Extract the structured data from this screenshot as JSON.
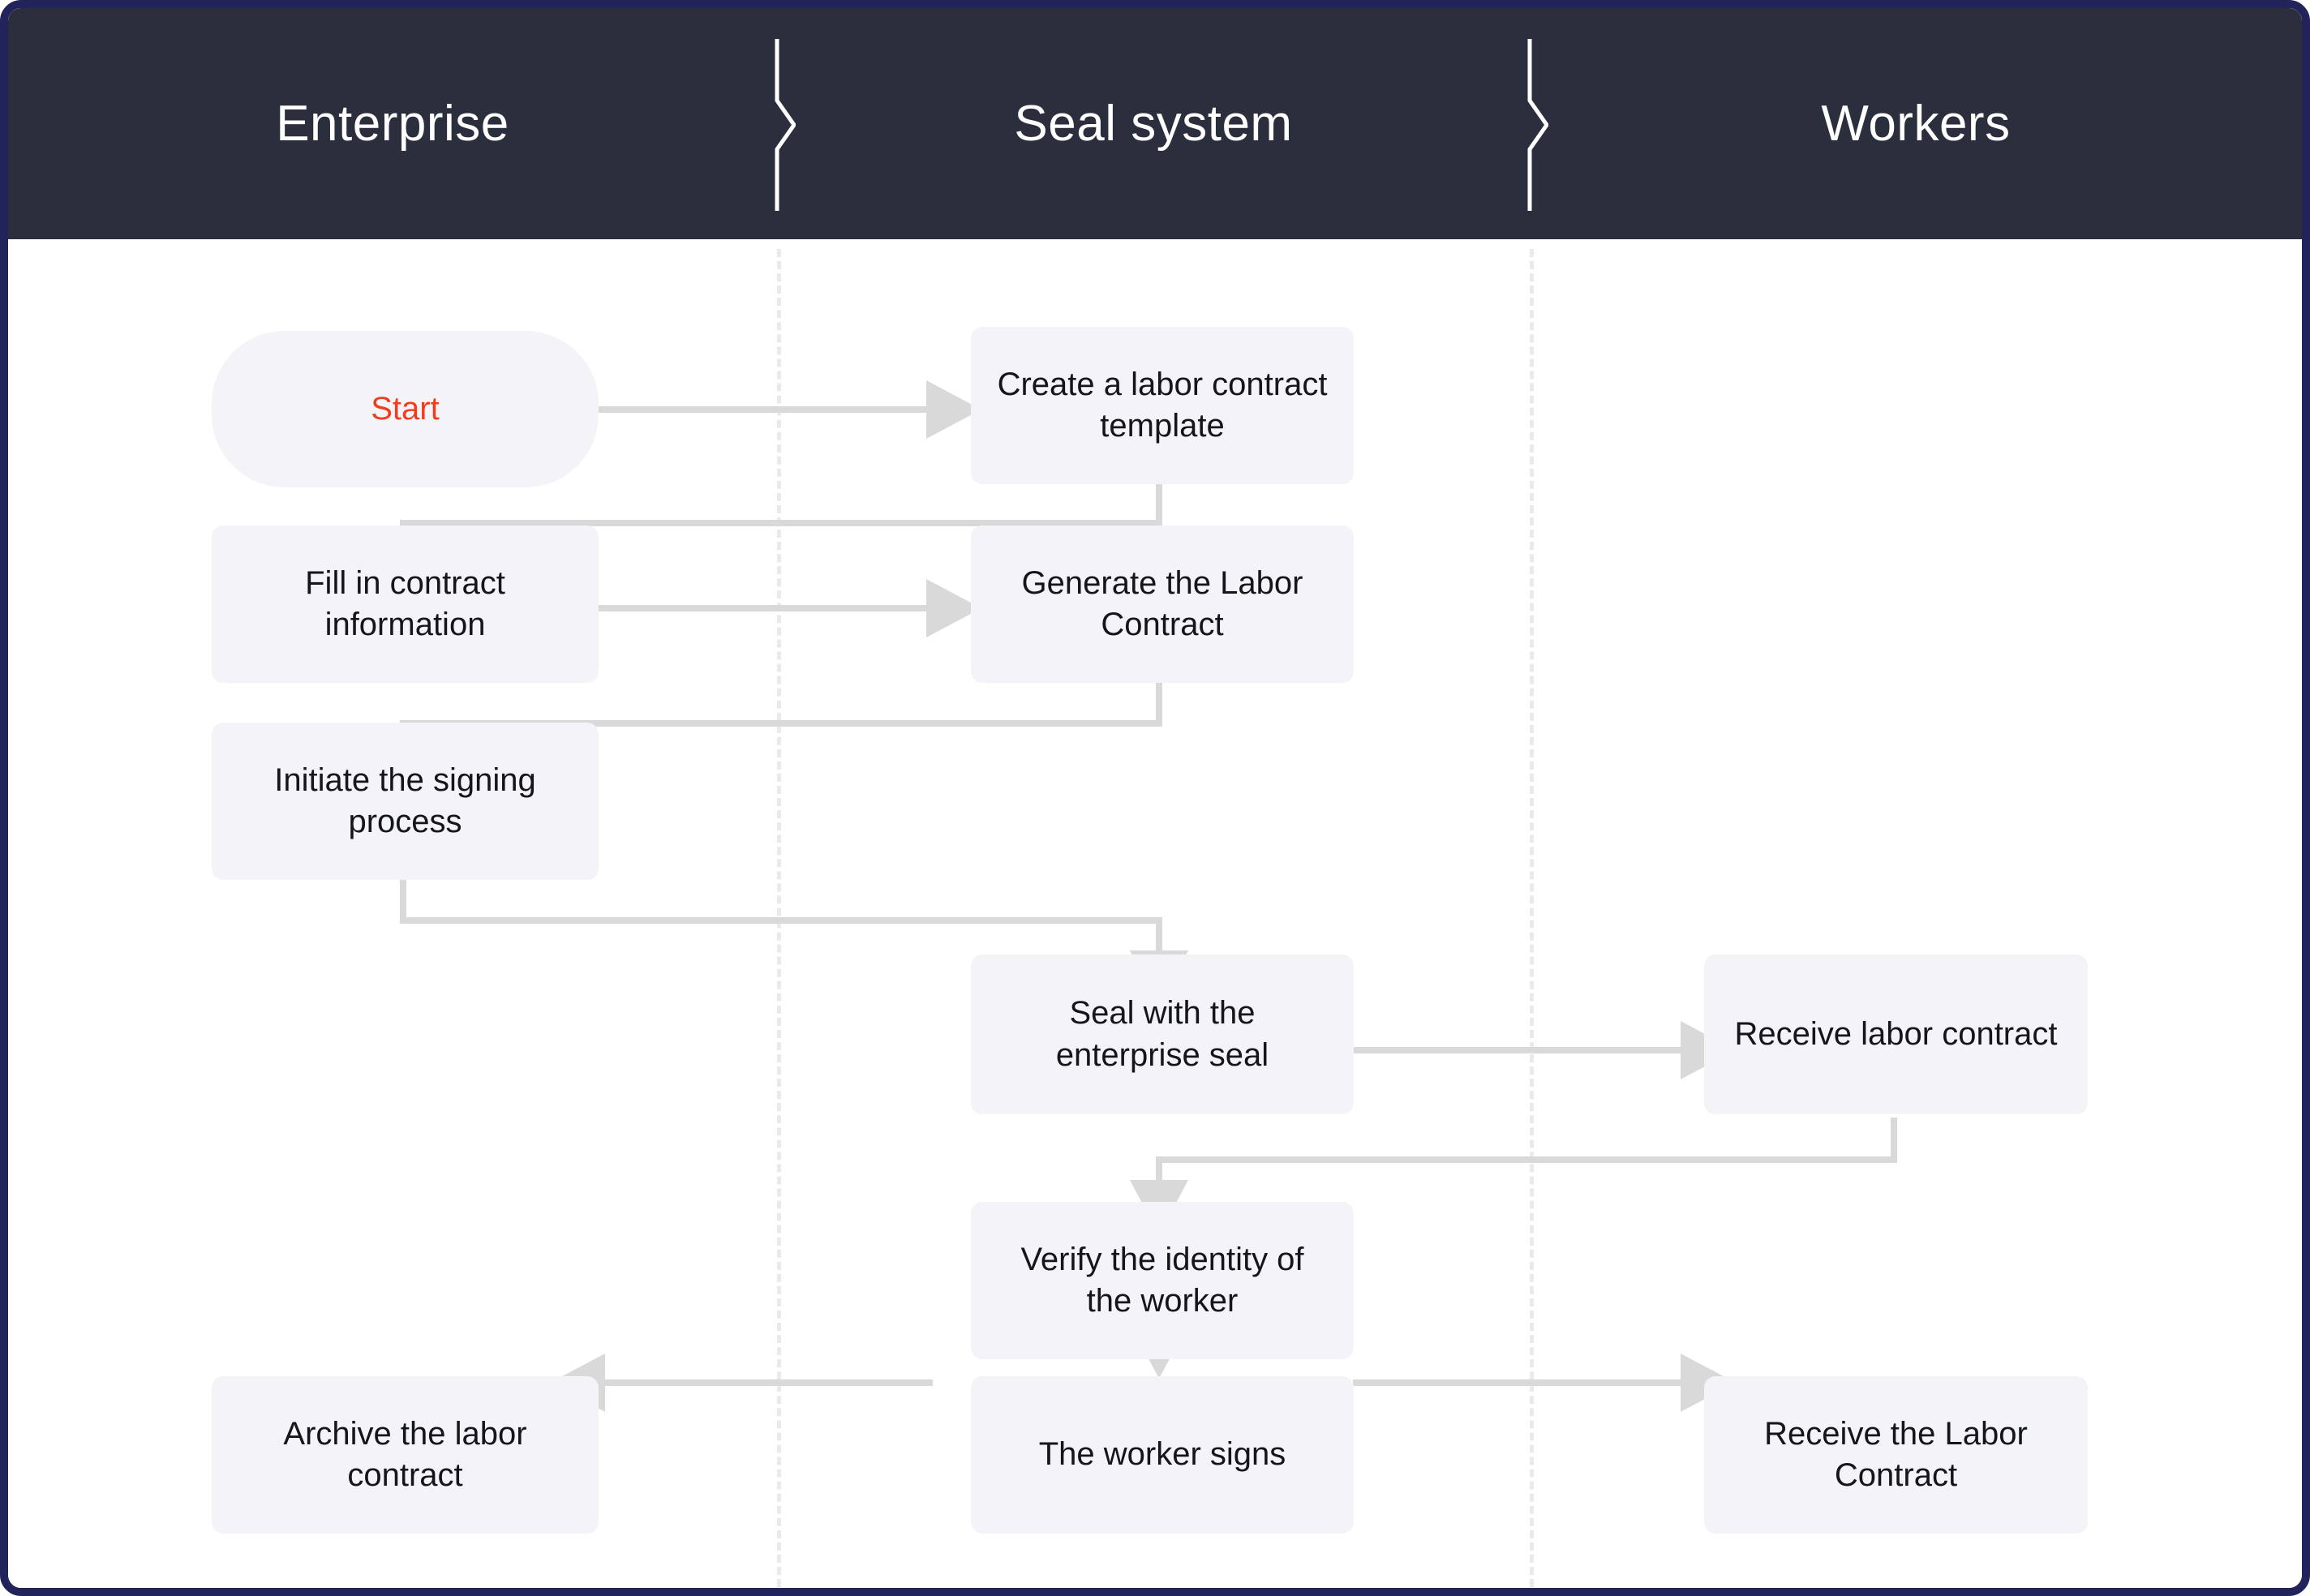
{
  "diagram": {
    "type": "swimlane-flowchart",
    "frame_color": "#23235c",
    "header_bg": "#2b2e3d",
    "node_bg": "#f4f4f8",
    "node_text_color": "#14161c",
    "start_text_color": "#f03d20",
    "edge_color": "#d9d9d9",
    "divider_color": "#e9e9ee",
    "lanes": [
      {
        "id": "enterprise",
        "label": "Enterprise"
      },
      {
        "id": "seal-system",
        "label": "Seal system"
      },
      {
        "id": "workers",
        "label": "Workers"
      }
    ],
    "lane_separator_icon": "chevron-right-icon",
    "nodes": [
      {
        "id": "start",
        "lane": "enterprise",
        "shape": "pill",
        "label": "Start"
      },
      {
        "id": "create-template",
        "lane": "seal-system",
        "shape": "rounded",
        "label": "Create a labor contract\ntemplate"
      },
      {
        "id": "fill-info",
        "lane": "enterprise",
        "shape": "rounded",
        "label": "Fill in contract\ninformation"
      },
      {
        "id": "generate-contract",
        "lane": "seal-system",
        "shape": "rounded",
        "label": "Generate the Labor\nContract"
      },
      {
        "id": "initiate-signing",
        "lane": "enterprise",
        "shape": "rounded",
        "label": "Initiate the signing\nprocess"
      },
      {
        "id": "seal-enterprise",
        "lane": "seal-system",
        "shape": "rounded",
        "label": "Seal with the\nenterprise seal"
      },
      {
        "id": "receive-contract",
        "lane": "workers",
        "shape": "rounded",
        "label": "Receive labor contract"
      },
      {
        "id": "verify-identity",
        "lane": "seal-system",
        "shape": "rounded",
        "label": "Verify the identity of\nthe worker"
      },
      {
        "id": "worker-signs",
        "lane": "seal-system",
        "shape": "rounded",
        "label": "The worker signs"
      },
      {
        "id": "archive-contract",
        "lane": "enterprise",
        "shape": "rounded",
        "label": "Archive the labor\ncontract"
      },
      {
        "id": "receive-labor",
        "lane": "workers",
        "shape": "rounded",
        "label": "Receive the Labor\nContract"
      }
    ],
    "edges": [
      {
        "from": "start",
        "to": "create-template",
        "label": ""
      },
      {
        "from": "create-template",
        "to": "fill-info",
        "label": ""
      },
      {
        "from": "fill-info",
        "to": "generate-contract",
        "label": ""
      },
      {
        "from": "generate-contract",
        "to": "initiate-signing",
        "label": ""
      },
      {
        "from": "initiate-signing",
        "to": "seal-enterprise",
        "label": ""
      },
      {
        "from": "seal-enterprise",
        "to": "receive-contract",
        "label": ""
      },
      {
        "from": "receive-contract",
        "to": "verify-identity",
        "label": ""
      },
      {
        "from": "verify-identity",
        "to": "worker-signs",
        "label": ""
      },
      {
        "from": "worker-signs",
        "to": "archive-contract",
        "label": ""
      },
      {
        "from": "worker-signs",
        "to": "receive-labor",
        "label": ""
      }
    ]
  }
}
